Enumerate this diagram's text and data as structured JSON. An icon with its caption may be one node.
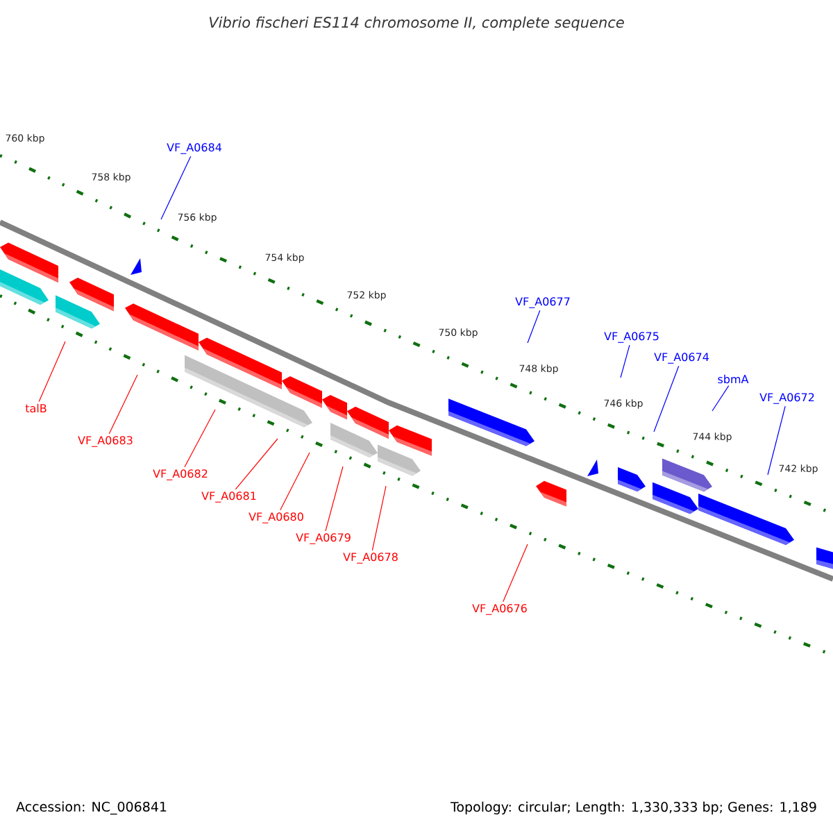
{
  "diagram": {
    "title": "Vibrio fischeri ES114 chromosome II, complete sequence",
    "nodes": [
      {
        "text": [
          "VF_A0684"
        ]
      },
      {
        "text": [
          "VF_A0677"
        ]
      },
      {
        "text": [
          "VF_A0675"
        ]
      },
      {
        "text": [
          "VF_A0674"
        ]
      },
      {
        "text": [
          "sbmA"
        ]
      },
      {
        "text": [
          "VF_A0672"
        ]
      },
      {
        "text": [
          "talB"
        ]
      },
      {
        "text": [
          "VF_A0683"
        ]
      },
      {
        "text": [
          "VF_A0682"
        ]
      },
      {
        "text": [
          "VF_A0681"
        ]
      },
      {
        "text": [
          "VF_A0680"
        ]
      },
      {
        "text": [
          "VF_A0679"
        ]
      },
      {
        "text": [
          "VF_A0678"
        ]
      },
      {
        "text": [
          "VF_A0676"
        ]
      }
    ],
    "edges": [
      {
        "from": 0,
        "to": null,
        "arrow": "none",
        "color": "#0000ff"
      },
      {
        "from": 1,
        "to": null,
        "arrow": "none",
        "color": "#0000ff"
      },
      {
        "from": 2,
        "to": null,
        "arrow": "none",
        "color": "#0000ff"
      },
      {
        "from": 3,
        "to": null,
        "arrow": "none",
        "color": "#0000ff"
      },
      {
        "from": 4,
        "to": null,
        "arrow": "none",
        "color": "#0000ff"
      },
      {
        "from": 5,
        "to": null,
        "arrow": "none",
        "color": "#0000ff"
      },
      {
        "from": 6,
        "to": null,
        "arrow": "none"
      },
      {
        "from": 7,
        "to": null,
        "arrow": "none"
      },
      {
        "from": 8,
        "to": null,
        "arrow": "none"
      },
      {
        "from": 9,
        "to": null,
        "arrow": "none"
      },
      {
        "from": 10,
        "to": null,
        "arrow": "none"
      },
      {
        "from": 11,
        "to": null,
        "arrow": "none"
      },
      {
        "from": 12,
        "to": null,
        "arrow": "none"
      },
      {
        "from": 13,
        "to": null,
        "arrow": "none"
      }
    ],
    "labels": [
      "760 kbp",
      "758 kbp",
      "756 kbp",
      "754 kbp",
      "752 kbp",
      "750 kbp",
      "748 kbp",
      "746 kbp",
      "744 kbp",
      "742 kbp",
      "Accession: NC_006841",
      "Topology: circular; Length: 1,330,333 bp; Genes: 1,189"
    ]
  }
}
